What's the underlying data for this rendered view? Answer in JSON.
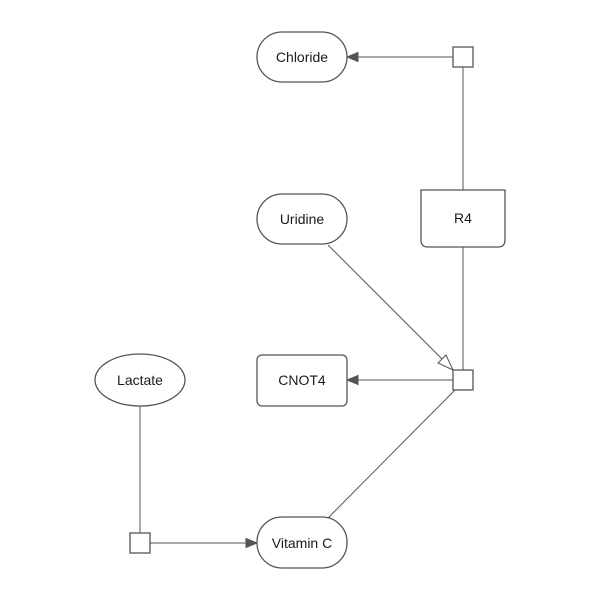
{
  "diagram": {
    "nodes": {
      "chloride": "Chloride",
      "uridine": "Uridine",
      "r4": "R4",
      "lactate": "Lactate",
      "cnot4": "CNOT4",
      "vitamin_c": "Vitamin C"
    },
    "colors": {
      "stroke": "#555555",
      "text": "#1a1a1a",
      "background": "#ffffff"
    }
  }
}
